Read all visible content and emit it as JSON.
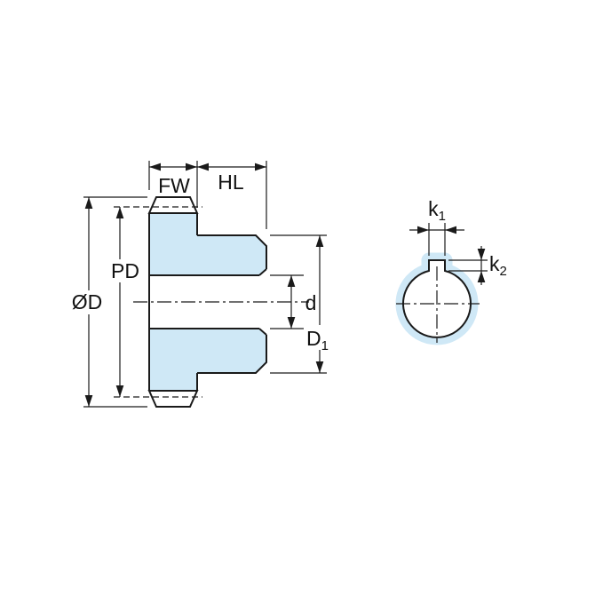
{
  "diagram": {
    "kind": "technical-drawing",
    "subject": "gear-with-hub-dimension-diagram",
    "colors": {
      "part_fill": "#cfe8f6",
      "outline": "#1a1a1a",
      "background": "#ffffff"
    },
    "section_view": {
      "dimensions": {
        "face_width": {
          "label": "FW"
        },
        "hub_length": {
          "label": "HL"
        },
        "pitch_diameter": {
          "label": "PD"
        },
        "outside_diameter": {
          "label": "ØD"
        },
        "bore_diameter": {
          "label": "d"
        },
        "hub_diameter": {
          "label": "D",
          "subscript": "1"
        }
      }
    },
    "end_view": {
      "dimensions": {
        "keyway_width": {
          "label": "k",
          "subscript": "1"
        },
        "keyway_depth": {
          "label": "k",
          "subscript": "2"
        }
      }
    }
  }
}
